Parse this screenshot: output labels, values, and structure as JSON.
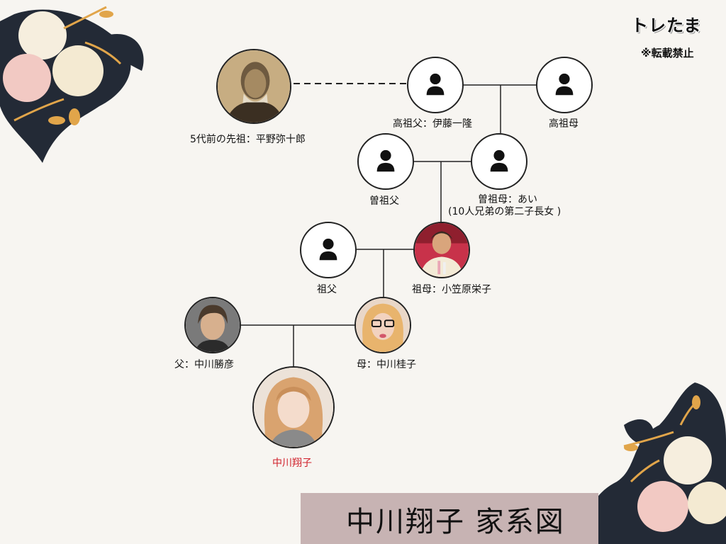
{
  "header": {
    "brand": "トレたま",
    "notice": "※転載禁止"
  },
  "title": "中川翔子 家系図",
  "members": {
    "ancestor": {
      "label": "5代前の先祖：平野弥十郎",
      "photo": "sepia-portrait-photo"
    },
    "great_great_grandfather": {
      "label": "高祖父：伊藤一隆",
      "photo": "person-silhouette-icon"
    },
    "great_great_grandmother": {
      "label": "高祖母",
      "photo": "person-silhouette-icon"
    },
    "great_grandfather": {
      "label": "曽祖父",
      "photo": "person-silhouette-icon"
    },
    "great_grandmother": {
      "label": "曽祖母：あい",
      "note": "(10人兄弟の第二子長女 )",
      "photo": "person-silhouette-icon"
    },
    "grandfather": {
      "label": "祖父",
      "photo": "person-silhouette-icon"
    },
    "grandmother": {
      "label": "祖母：小笠原栄子",
      "photo": "elderly-woman-photo"
    },
    "father": {
      "label": "父：中川勝彦",
      "photo": "man-portrait-photo"
    },
    "mother": {
      "label": "母：中川桂子",
      "photo": "woman-with-glasses-photo"
    },
    "self": {
      "label": "中川翔子",
      "photo": "woman-portrait-photo"
    }
  },
  "colors": {
    "background": "#f7f5f1",
    "title_bar": "#c7b3b3",
    "highlight_name": "#d0202a",
    "line": "#222222"
  }
}
